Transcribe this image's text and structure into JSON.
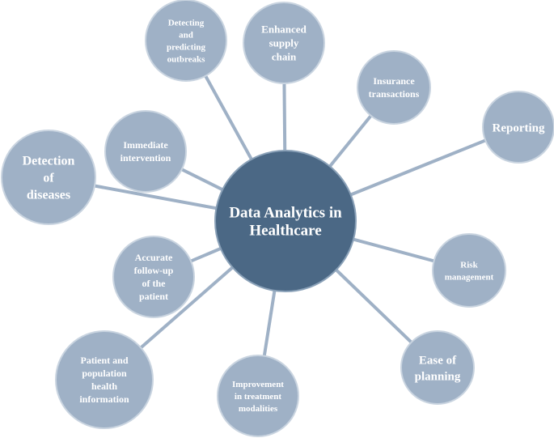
{
  "colors": {
    "background": "#ffffff",
    "center_fill": "#4b6885",
    "center_stroke": "#8aa1b8",
    "node_fill": "#9fb1c6",
    "node_stroke": "#c9d4e0",
    "connector": "#9fb1c6",
    "text": "#ffffff"
  },
  "center": {
    "lines": [
      "Data Analytics in",
      "Healthcare"
    ]
  },
  "nodes": [
    {
      "id": "detecting-outbreaks",
      "lines": [
        "Detecting",
        "and",
        "predicting",
        "outbreaks"
      ]
    },
    {
      "id": "enhanced-supply-chain",
      "lines": [
        "Enhanced",
        "supply",
        "chain"
      ]
    },
    {
      "id": "insurance-transactions",
      "lines": [
        "Insurance",
        "transactions"
      ]
    },
    {
      "id": "reporting",
      "lines": [
        "Reporting"
      ]
    },
    {
      "id": "risk-management",
      "lines": [
        "Risk",
        "management"
      ]
    },
    {
      "id": "ease-of-planning",
      "lines": [
        "Ease of",
        "planning"
      ]
    },
    {
      "id": "improvement-treatment",
      "lines": [
        "Improvement",
        "in treatment",
        "modalities"
      ]
    },
    {
      "id": "population-health",
      "lines": [
        "Patient and",
        "population",
        "health",
        "information"
      ]
    },
    {
      "id": "accurate-follow-up",
      "lines": [
        "Accurate",
        "follow-up",
        "of the",
        "patient"
      ]
    },
    {
      "id": "detection-diseases",
      "lines": [
        "Detection",
        "of",
        "diseases"
      ]
    },
    {
      "id": "immediate-intervention",
      "lines": [
        "Immediate",
        "intervention"
      ]
    }
  ]
}
